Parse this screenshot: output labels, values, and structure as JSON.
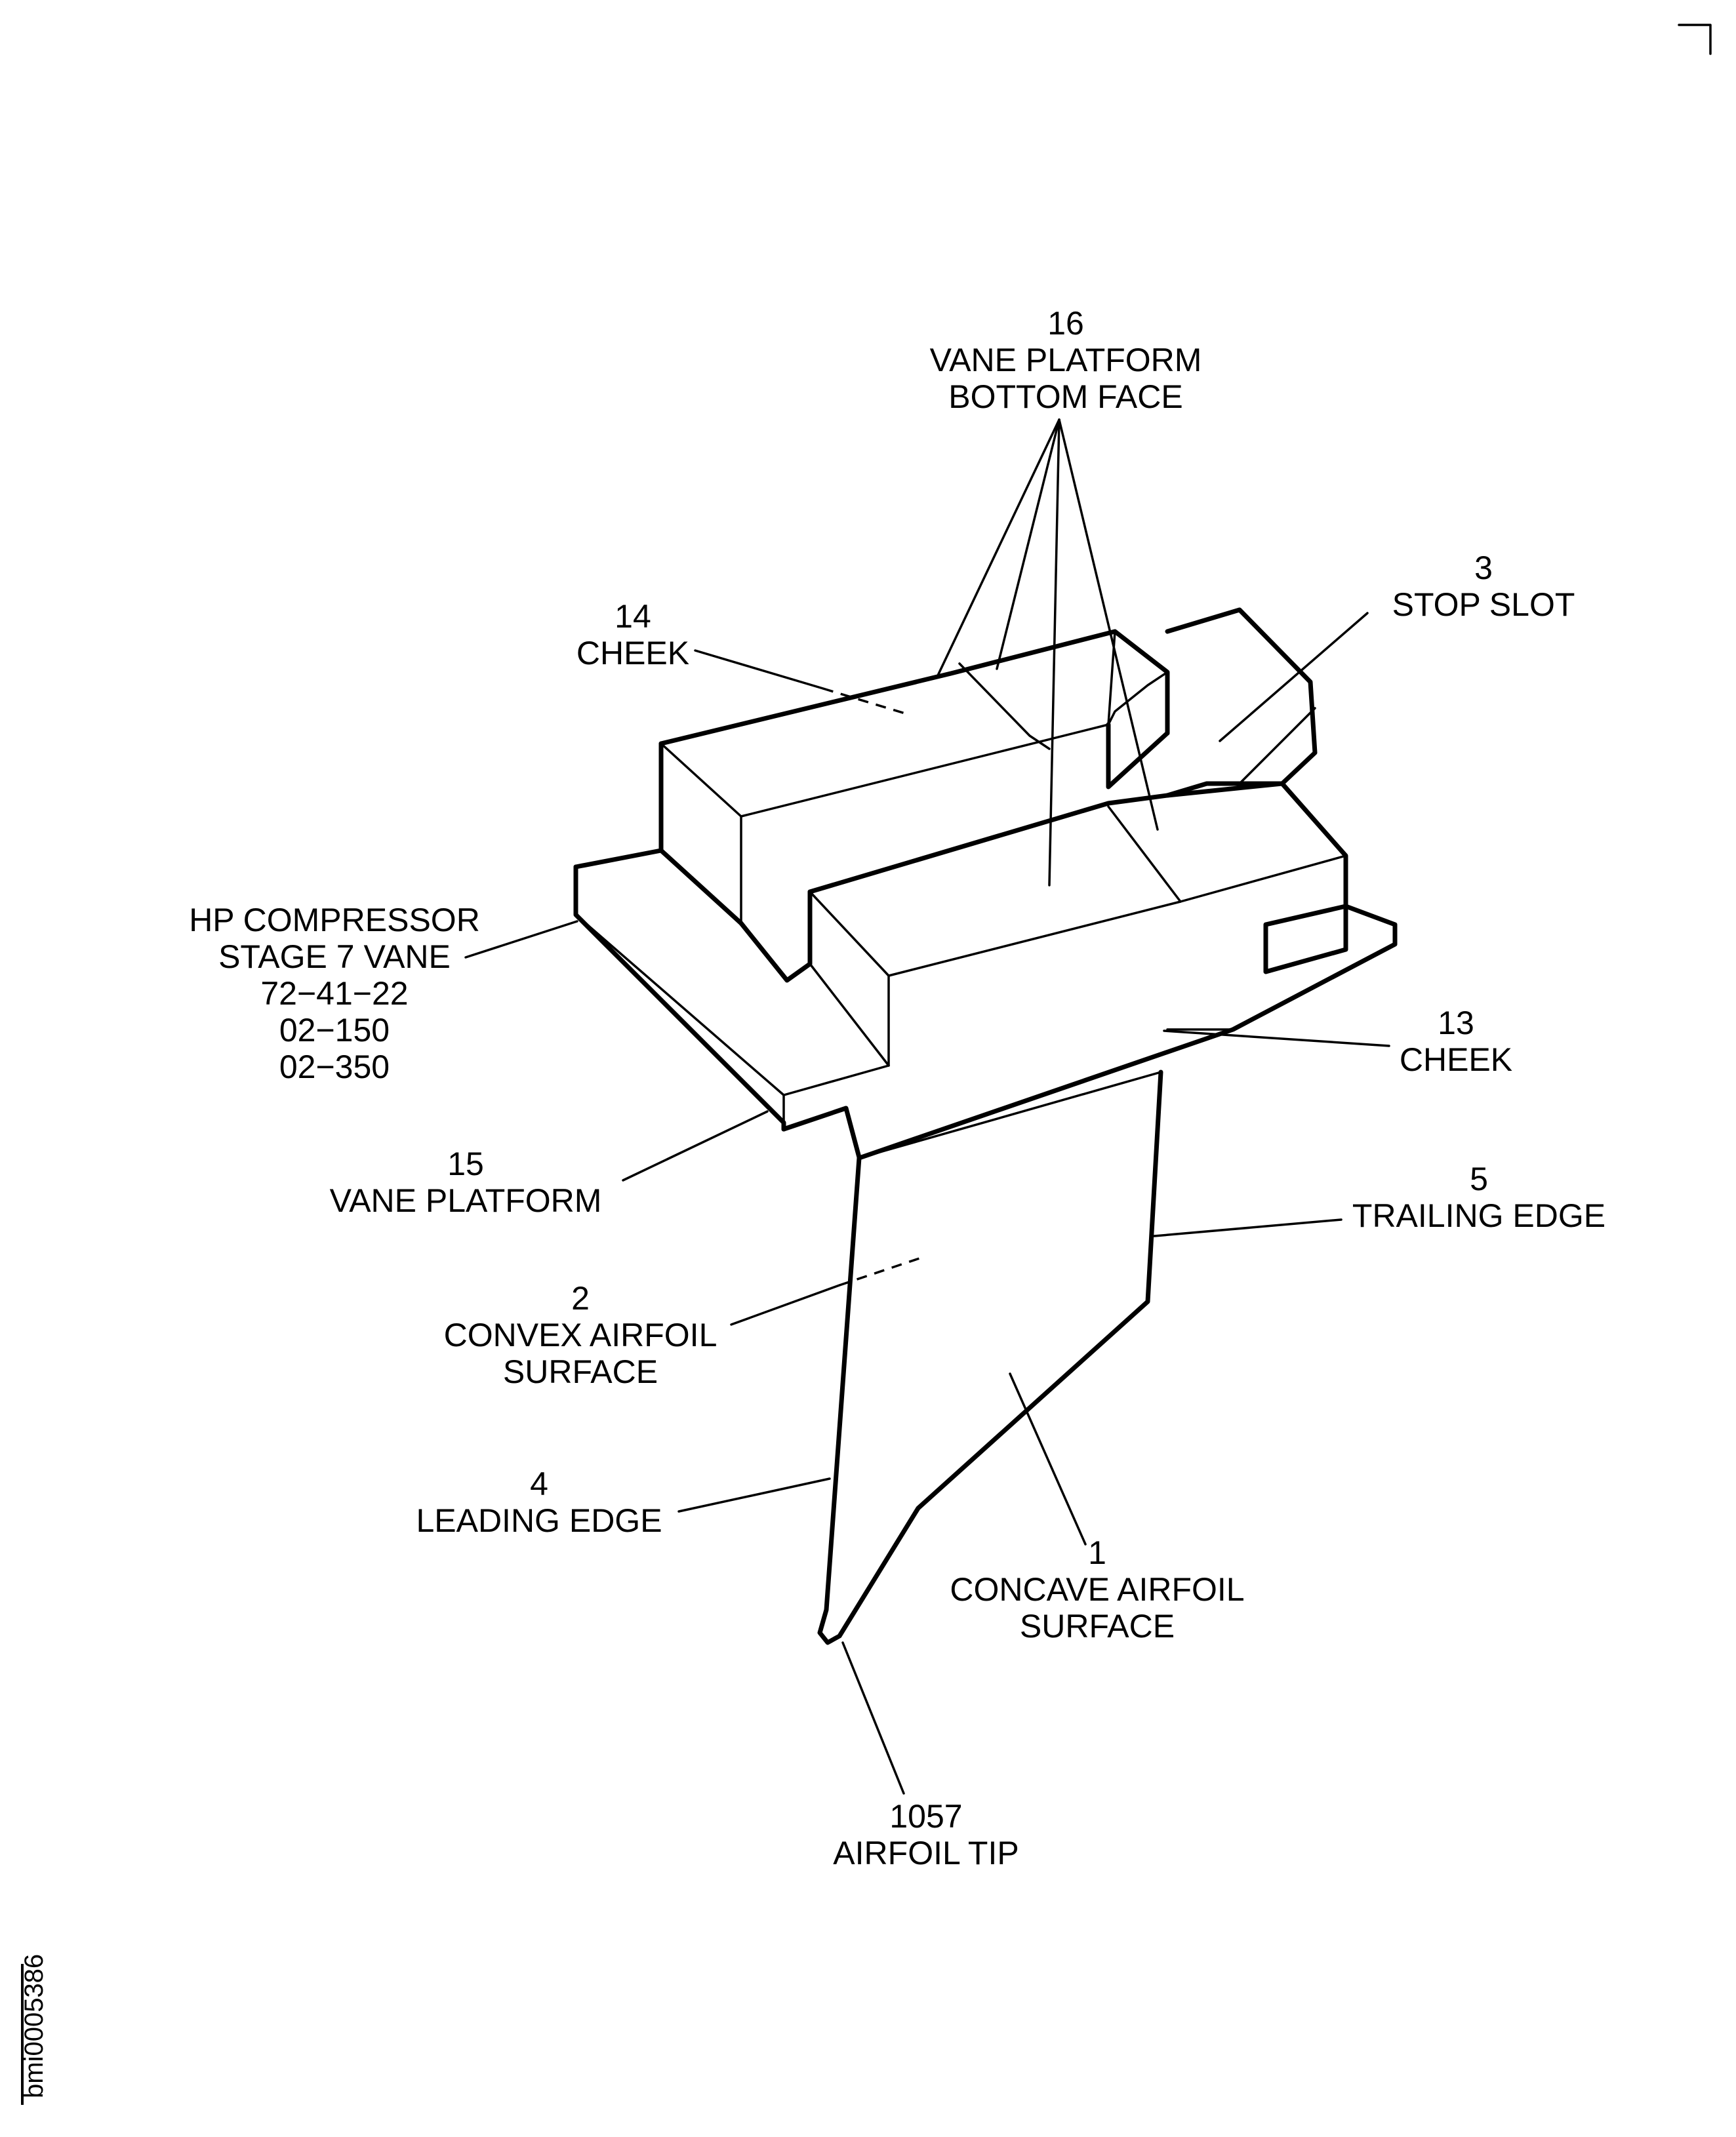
{
  "figure": {
    "id": "bmi0005386",
    "callouts": {
      "c16": {
        "number": "16",
        "lines": [
          "VANE PLATFORM",
          "BOTTOM FACE"
        ]
      },
      "c14": {
        "number": "14",
        "lines": [
          "CHEEK"
        ]
      },
      "c3": {
        "number": "3",
        "lines": [
          "STOP SLOT"
        ]
      },
      "part": {
        "lines": [
          "HP COMPRESSOR",
          "STAGE 7 VANE",
          "72−41−22",
          "02−150",
          "02−350"
        ]
      },
      "c13": {
        "number": "13",
        "lines": [
          "CHEEK"
        ]
      },
      "c15": {
        "number": "15",
        "lines": [
          "VANE PLATFORM"
        ]
      },
      "c5": {
        "number": "5",
        "lines": [
          "TRAILING EDGE"
        ]
      },
      "c2": {
        "number": "2",
        "lines": [
          "CONVEX AIRFOIL",
          "SURFACE"
        ]
      },
      "c4": {
        "number": "4",
        "lines": [
          "LEADING EDGE"
        ]
      },
      "c1": {
        "number": "1",
        "lines": [
          "CONCAVE AIRFOIL",
          "SURFACE"
        ]
      },
      "c1057": {
        "number": "1057",
        "lines": [
          "AIRFOIL TIP"
        ]
      }
    }
  }
}
